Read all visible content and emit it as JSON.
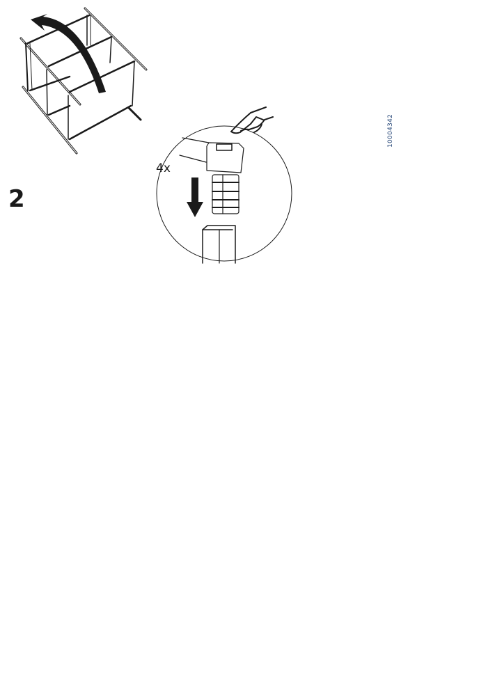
{
  "step": {
    "number": "2"
  },
  "insert_detail": {
    "quantity_label": "4x"
  },
  "hammer_detail": {
    "part_number": "10004342"
  },
  "icons": {
    "rotate": "curved-arrow-icon",
    "press": "pointing-hand-icon",
    "down": "down-arrow-icon",
    "hammer": "hammer-icon",
    "mallet": "rubber-mallet-icon",
    "measure": "double-arrow-icon"
  },
  "colors": {
    "ink": "#1a1a1a",
    "part_number": "#2a4a7a",
    "background": "#ffffff"
  }
}
